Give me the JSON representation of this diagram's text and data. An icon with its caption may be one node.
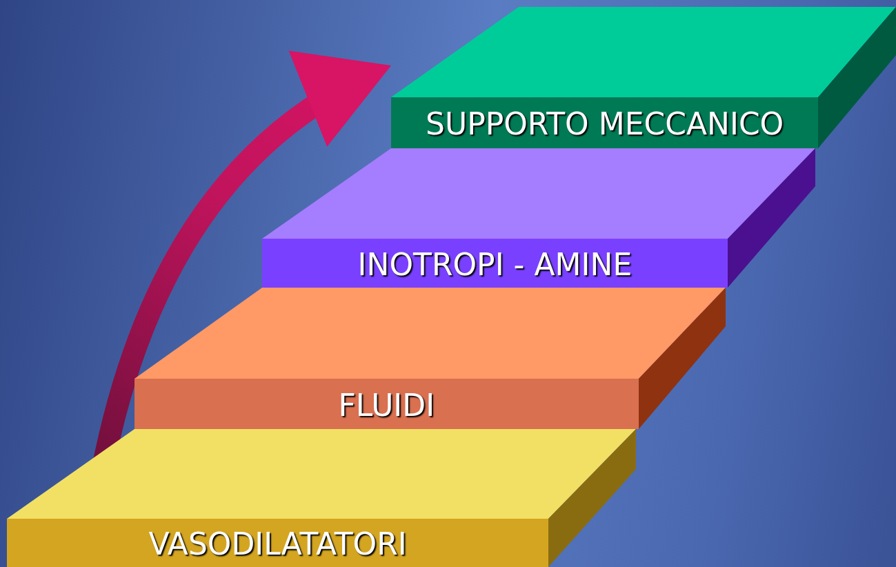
{
  "diagram": {
    "nodes": [
      {
        "text": [
          "SUPPORTO MECCANICO"
        ]
      },
      {
        "text": [
          "INOTROPI - AMINE"
        ]
      },
      {
        "text": [
          "FLUIDI"
        ]
      },
      {
        "text": [
          "VASODILATATORI"
        ]
      }
    ],
    "edges": [
      {
        "from": 3,
        "to": 0,
        "arrow": "to"
      }
    ]
  }
}
